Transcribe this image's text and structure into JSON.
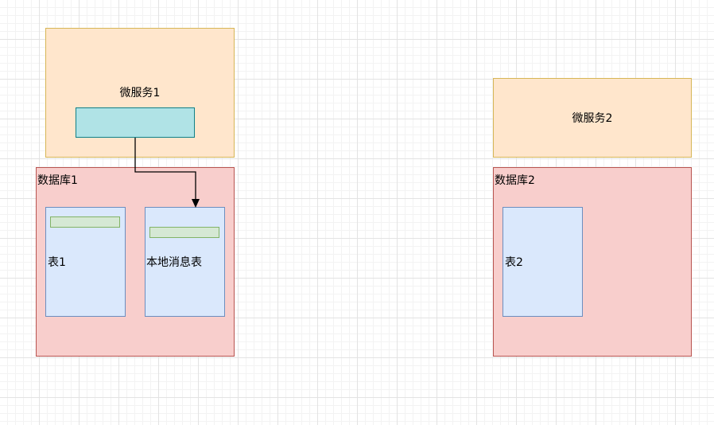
{
  "diagram": {
    "service1": {
      "label": "微服务1"
    },
    "service2": {
      "label": "微服务2"
    },
    "database1": {
      "label": "数据库1",
      "table1": {
        "label": "表1"
      },
      "local_message_table": {
        "label": "本地消息表"
      }
    },
    "database2": {
      "label": "数据库2",
      "table2": {
        "label": "表2"
      }
    },
    "colors": {
      "service_fill": "#ffe6cc",
      "service_stroke": "#d6b656",
      "database_fill": "#f8cecc",
      "database_stroke": "#b85450",
      "table_fill": "#dae8fc",
      "table_stroke": "#6c8ebf",
      "row_fill": "#d5e8d4",
      "row_stroke": "#82b366",
      "component_fill": "#b0e3e6",
      "component_stroke": "#0e8088",
      "connector": "#000000"
    }
  }
}
